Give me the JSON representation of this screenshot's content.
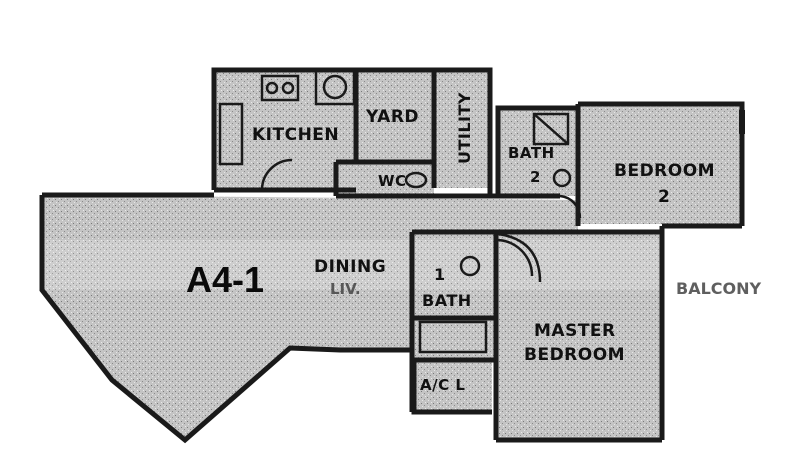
{
  "plan": {
    "unit_label": "A4-1",
    "colors": {
      "fill": "#bdbdbd",
      "wall": "#1a1a1a",
      "paper": "#ffffff",
      "band": "#cfcfcf"
    },
    "rooms": {
      "kitchen": "KITCHEN",
      "yard": "YARD",
      "utility": "UTILITY",
      "wc": "WC",
      "bath2": "BATH",
      "bath2_num": "2",
      "bedroom2": "BEDROOM",
      "bedroom2_num": "2",
      "dining": "DINING",
      "living": "LIV.",
      "bath1": "BATH",
      "bath1_num": "1",
      "master_line1": "MASTER",
      "master_line2": "BEDROOM",
      "acl": "A/C L",
      "balcony": "BALCONY"
    }
  }
}
